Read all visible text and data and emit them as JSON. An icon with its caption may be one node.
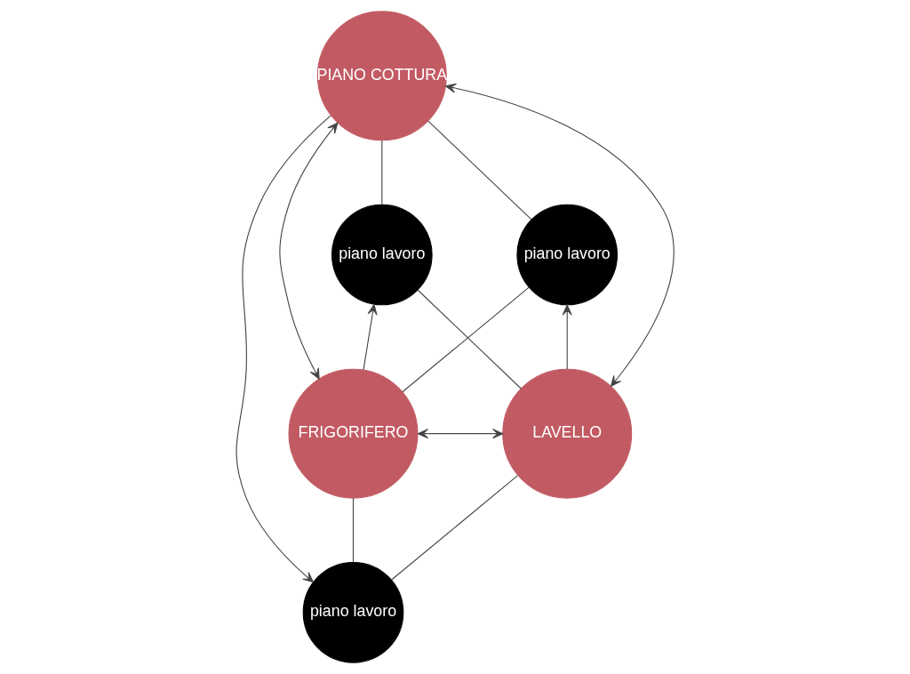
{
  "diagram": {
    "nodes": [
      {
        "text": [
          "PIANO COTTURA"
        ]
      },
      {
        "text": [
          "piano lavoro"
        ]
      },
      {
        "text": [
          "piano lavoro"
        ]
      },
      {
        "text": [
          "FRIGORIFERO"
        ]
      },
      {
        "text": [
          "LAVELLO"
        ]
      },
      {
        "text": [
          "piano lavoro"
        ]
      }
    ],
    "edges": [
      {
        "from": 0,
        "to": 2,
        "arrow": "none"
      },
      {
        "from": 2,
        "to": 4,
        "arrow": "none"
      },
      {
        "from": 4,
        "to": 5,
        "arrow": "none"
      },
      {
        "from": 5,
        "to": 3,
        "arrow": "none"
      },
      {
        "from": 3,
        "to": 1,
        "arrow": "none"
      },
      {
        "from": 1,
        "to": 0,
        "arrow": "none"
      },
      {
        "from": 0,
        "to": 3,
        "arrow": "both"
      },
      {
        "from": 0,
        "to": 4,
        "arrow": "both"
      },
      {
        "from": 3,
        "to": 4,
        "arrow": "both"
      },
      {
        "from": 0,
        "to": 5,
        "arrow": "to"
      },
      {
        "from": 3,
        "to": 2,
        "arrow": "to"
      },
      {
        "from": 4,
        "to": 1,
        "arrow": "to"
      }
    ]
  }
}
